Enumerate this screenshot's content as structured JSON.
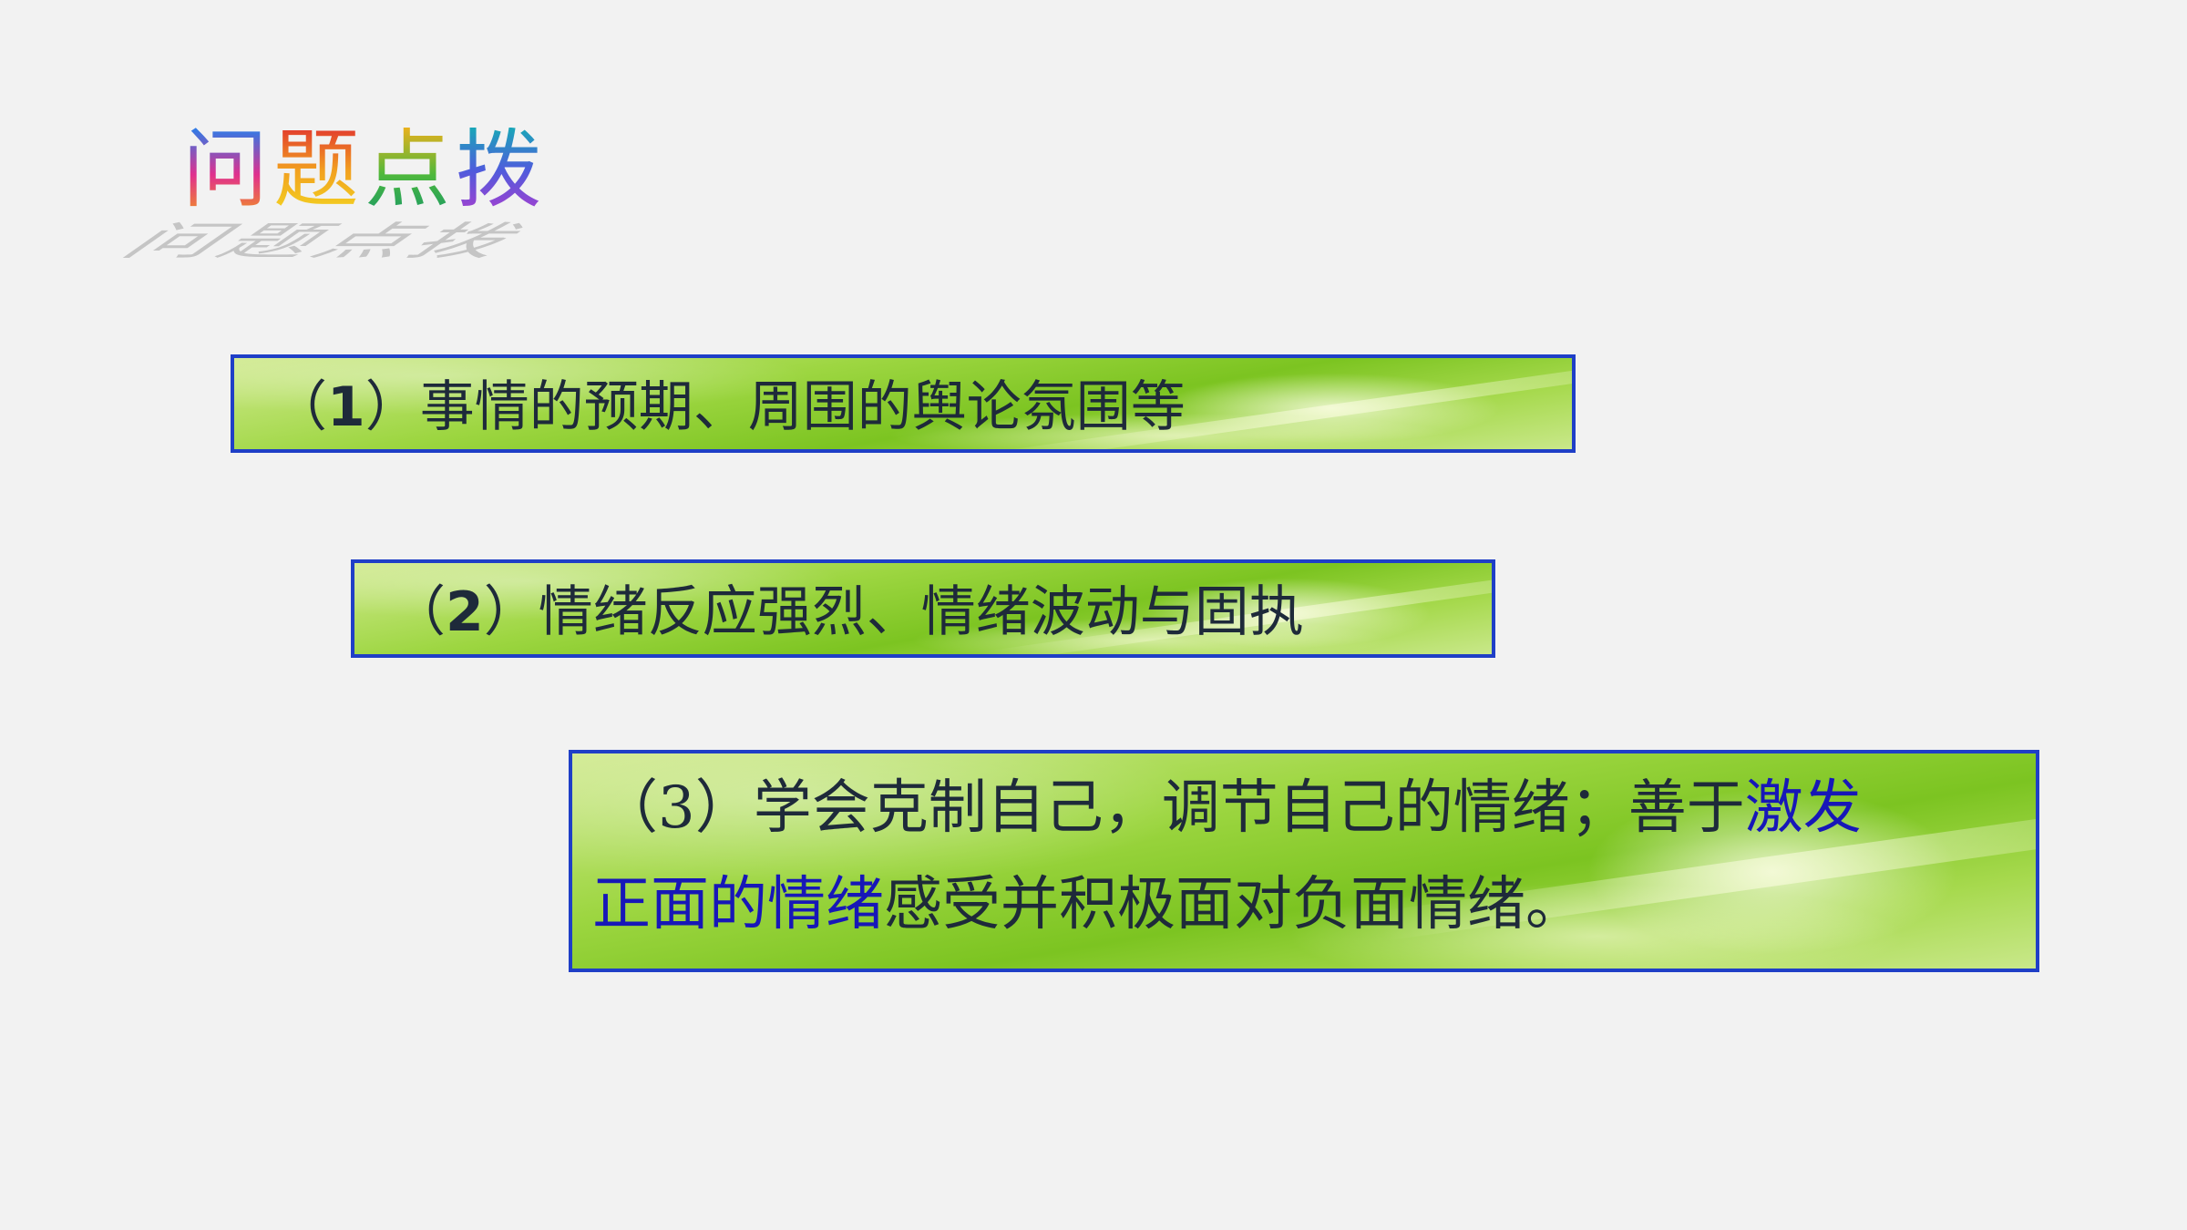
{
  "title": {
    "chars": [
      "问",
      "题",
      "点",
      "拨"
    ]
  },
  "items": [
    {
      "number": "1",
      "open": "（",
      "close": "）",
      "text": "事情的预期、周围的舆论氛围等"
    },
    {
      "number": "2",
      "open": "（",
      "close": "）",
      "text": "情绪反应强烈、情绪波动与固执"
    },
    {
      "prefix": "（3）",
      "line1_plain": "学会克制自己，调节自己的情绪；善于",
      "line1_highlight": "激发",
      "line2_highlight": "正面的情绪",
      "line2_plain": "感受并积极面对负面情绪。"
    }
  ],
  "colors": {
    "border": "#1f3fc7",
    "text": "#1e2a3a",
    "highlight": "#1717b8"
  }
}
